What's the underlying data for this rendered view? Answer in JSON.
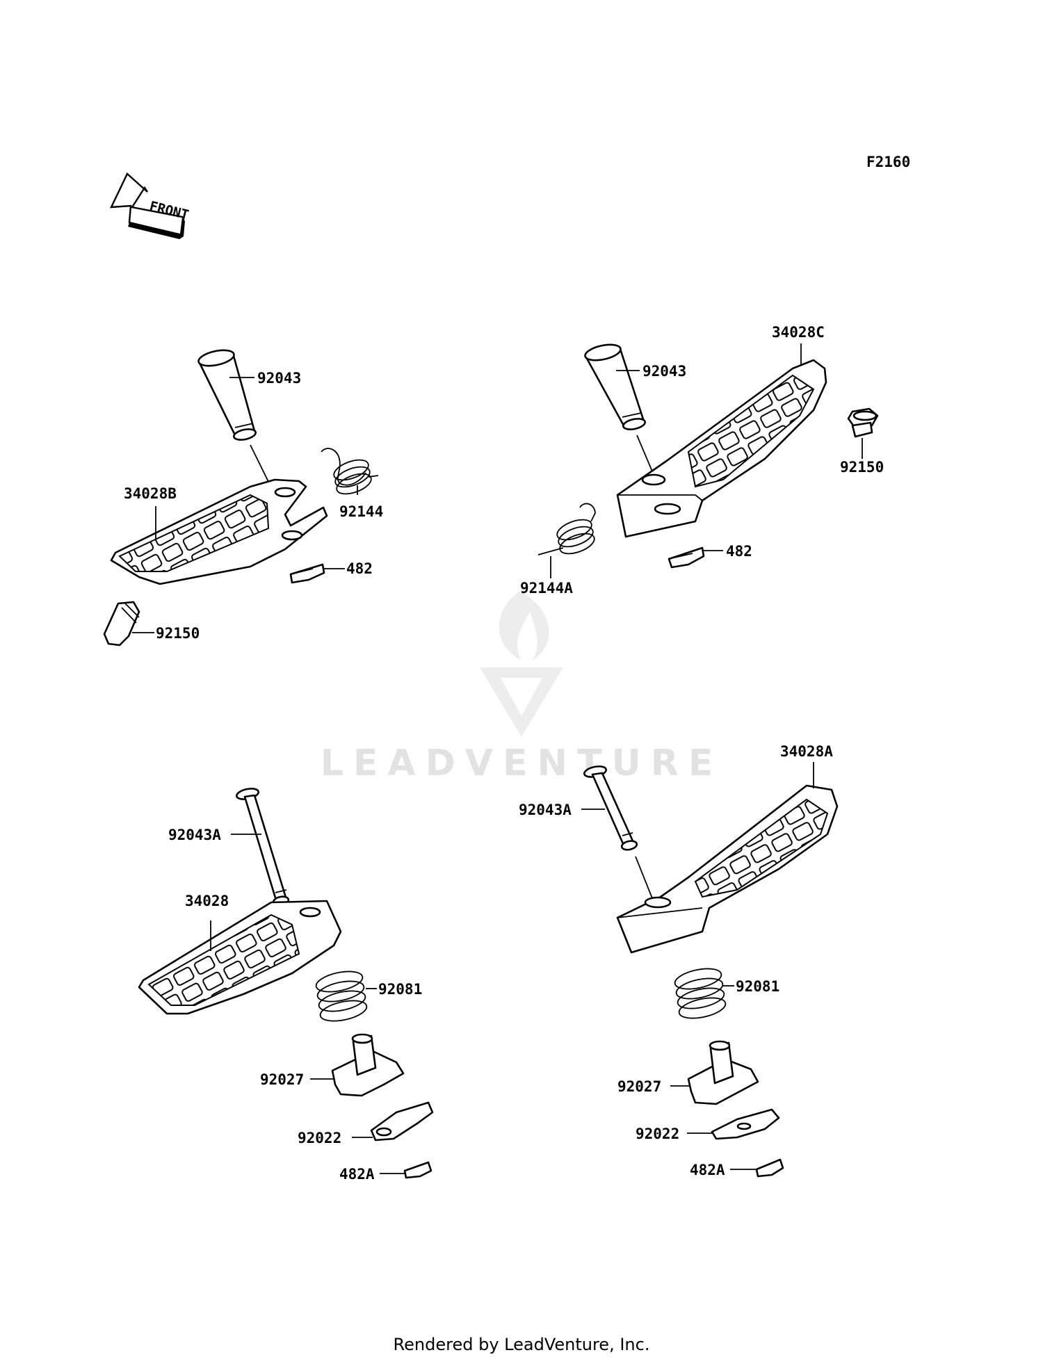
{
  "diagram_code": "F2160",
  "front_arrow_label": "FRONT",
  "watermark_text": "LEADVENTURE",
  "footer_text": "Rendered by LeadVenture, Inc.",
  "labels": {
    "tl_92043": "92043",
    "tl_92144": "92144",
    "tl_34028B": "34028B",
    "tl_482": "482",
    "tl_92150": "92150",
    "tr_34028C": "34028C",
    "tr_92043": "92043",
    "tr_92150": "92150",
    "tr_92144A": "92144A",
    "tr_482": "482",
    "bl_92043A": "92043A",
    "bl_34028": "34028",
    "bl_92081": "92081",
    "bl_92027": "92027",
    "bl_92022": "92022",
    "bl_482A": "482A",
    "br_34028A": "34028A",
    "br_92043A": "92043A",
    "br_92081": "92081",
    "br_92027": "92027",
    "br_92022": "92022",
    "br_482A": "482A"
  }
}
